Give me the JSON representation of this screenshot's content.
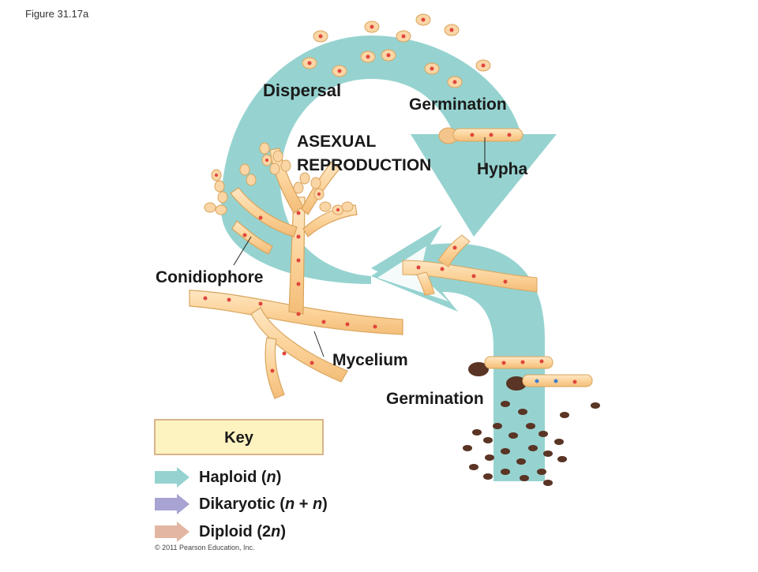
{
  "figure_label": "Figure 31.17a",
  "copyright": "© 2011 Pearson Education, Inc.",
  "labels": {
    "dispersal": "Dispersal",
    "germination_top": "Germination",
    "asexual_line1": "ASEXUAL",
    "asexual_line2": "REPRODUCTION",
    "hypha": "Hypha",
    "conidiophore": "Conidiophore",
    "mycelium": "Mycelium",
    "germination_bottom": "Germination"
  },
  "key": {
    "title": "Key",
    "items": [
      {
        "prefix": "Haploid (",
        "var": "n",
        "suffix": ")",
        "color": "#96d3d0"
      },
      {
        "prefix": "Dikaryotic (",
        "var": "n",
        "mid": " + ",
        "var2": "n",
        "suffix": ")",
        "color": "#a7a3d3"
      },
      {
        "prefix": "Diploid (2",
        "var": "n",
        "suffix": ")",
        "color": "#e3b6a4"
      }
    ]
  },
  "colors": {
    "haploid_arrow": "#96d3d0",
    "hypha_fill": "#fcd9a4",
    "hypha_stroke": "#d9a45c",
    "nucleus_red": "#e0463c",
    "nucleus_blue": "#3d7fd1",
    "spore_brown": "#5a3424"
  }
}
